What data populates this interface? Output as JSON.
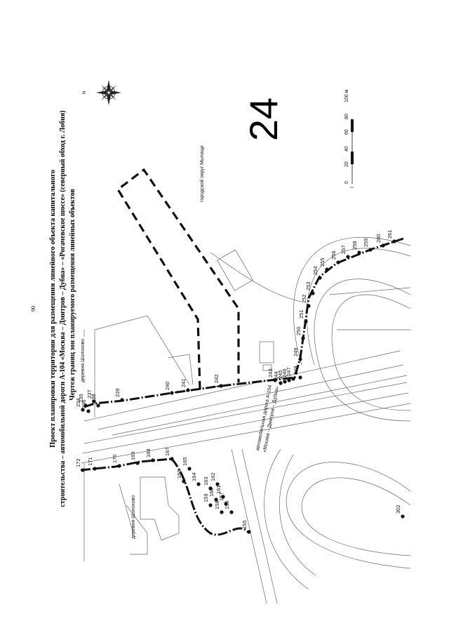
{
  "page_number": "90",
  "title": {
    "line1": "Проект планировки территории для размещения линейного объекта капитального",
    "line2": "строительства – автомобильной дороги А-104 «Москва – Дмитров – Дубна» – «Рогачевское шоссе» (северный обход г. Лобня)",
    "line3": "Чертеж границ зон планируемого размещения линейных объектов"
  },
  "sheet_number": "24",
  "compass": {
    "label": "N",
    "icon": "compass-rose-icon"
  },
  "scale_bar": {
    "ticks": [
      "0",
      "20",
      "40",
      "60",
      "80",
      "100 м"
    ],
    "unit_mark": "I"
  },
  "labels": {
    "road": "автомобильная дорога А-104",
    "road_name": "«Москва – Дмитров – Дубна»",
    "village_top": "деревня Шолохово",
    "village_left": "деревня Шолохово",
    "district": "городской округ Мытищи"
  },
  "points": [
    {
      "id": "172"
    },
    {
      "id": "171"
    },
    {
      "id": "170"
    },
    {
      "id": "169"
    },
    {
      "id": "168"
    },
    {
      "id": "167"
    },
    {
      "id": "166"
    },
    {
      "id": "165"
    },
    {
      "id": "164"
    },
    {
      "id": "163"
    },
    {
      "id": "162"
    },
    {
      "id": "161"
    },
    {
      "id": "160"
    },
    {
      "id": "159"
    },
    {
      "id": "158"
    },
    {
      "id": "157"
    },
    {
      "id": "156"
    },
    {
      "id": "155"
    },
    {
      "id": "234"
    },
    {
      "id": "235"
    },
    {
      "id": "236"
    },
    {
      "id": "237"
    },
    {
      "id": "238"
    },
    {
      "id": "239"
    },
    {
      "id": "240"
    },
    {
      "id": "241"
    },
    {
      "id": "242"
    },
    {
      "id": "243"
    },
    {
      "id": "244"
    },
    {
      "id": "245"
    },
    {
      "id": "246"
    },
    {
      "id": "247"
    },
    {
      "id": "248"
    },
    {
      "id": "249"
    },
    {
      "id": "250"
    },
    {
      "id": "251"
    },
    {
      "id": "252"
    },
    {
      "id": "253"
    },
    {
      "id": "254"
    },
    {
      "id": "255"
    },
    {
      "id": "256"
    },
    {
      "id": "257"
    },
    {
      "id": "258"
    },
    {
      "id": "259"
    },
    {
      "id": "260"
    },
    {
      "id": "261"
    },
    {
      "id": "302"
    }
  ]
}
